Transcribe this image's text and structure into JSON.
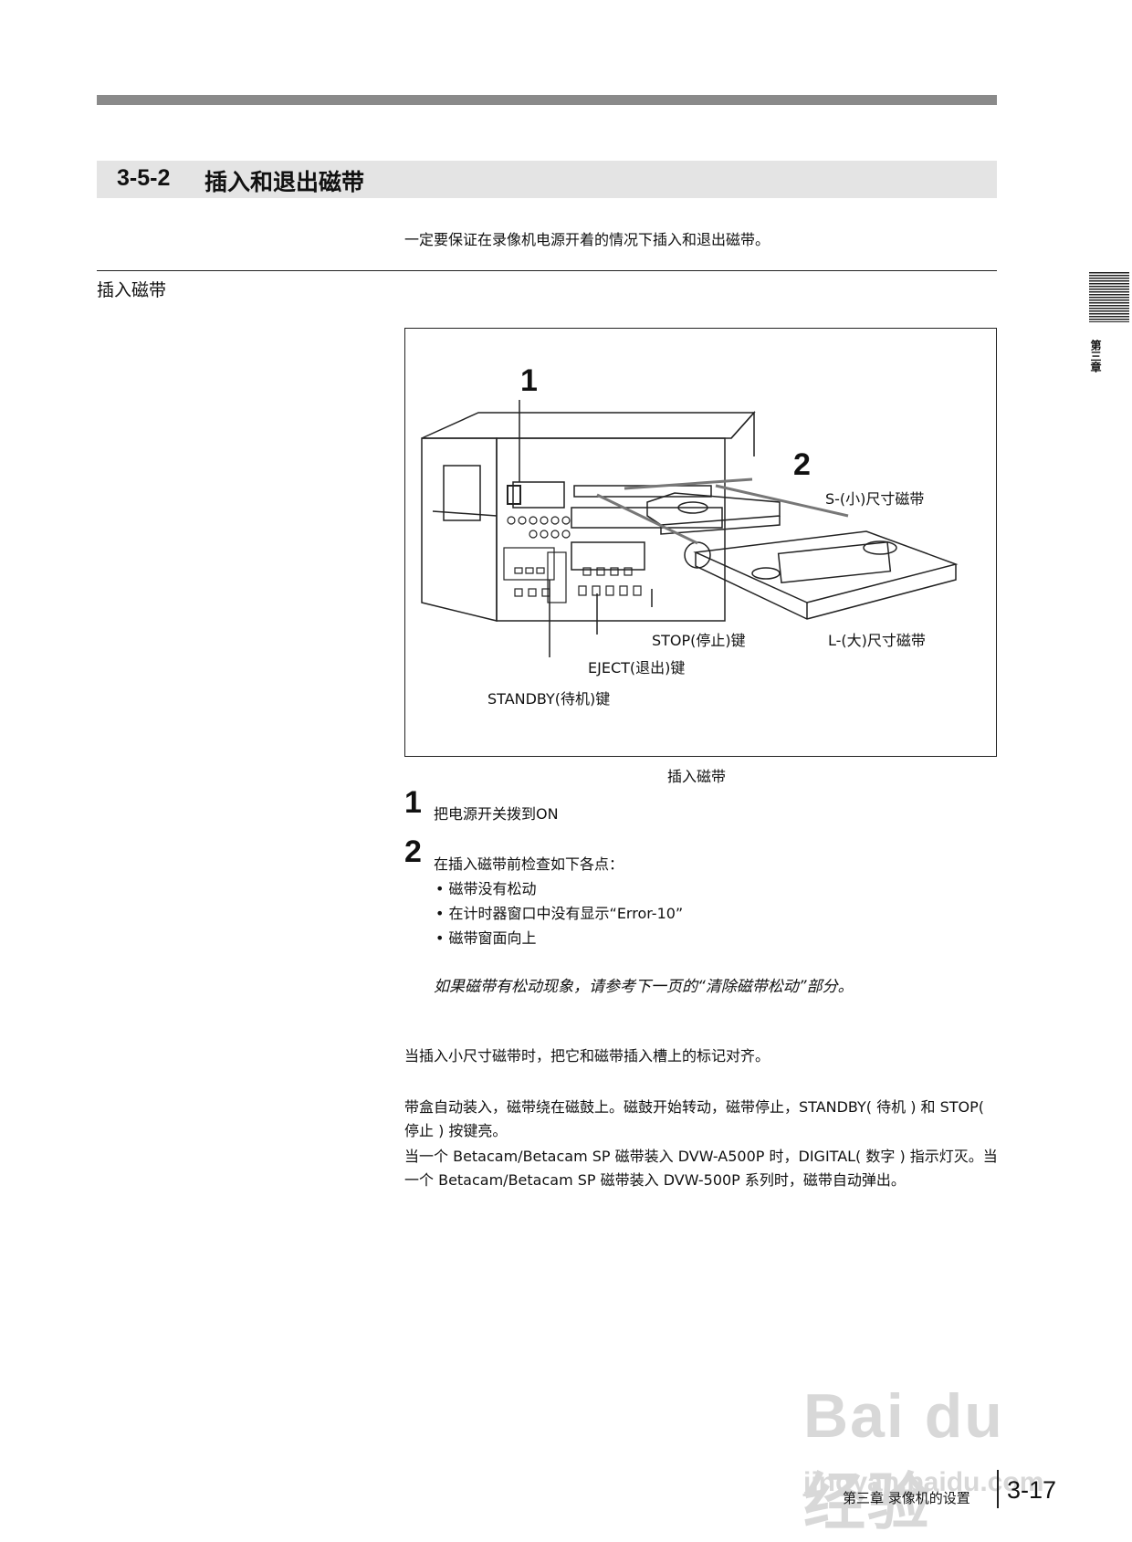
{
  "section": {
    "number": "3-5-2",
    "title": "插入和退出磁带"
  },
  "intro": "一定要保证在录像机电源开着的情况下插入和退出磁带。",
  "subheading": "插入磁带",
  "side_tab": {
    "label": "第三章"
  },
  "figure": {
    "callout_1": "1",
    "callout_2": "2",
    "label_s_tape": "S-(小)尺寸磁带",
    "label_l_tape": "L-(大)尺寸磁带",
    "label_stop": "STOP(停止)键",
    "label_eject": "EJECT(退出)键",
    "label_standby": "STANDBY(待机)键",
    "caption": "插入磁带"
  },
  "steps": [
    {
      "num": "1",
      "text": "把电源开关拨到ON"
    },
    {
      "num": "2",
      "text": "在插入磁带前检查如下各点："
    }
  ],
  "checklist": [
    "• 磁带没有松动",
    "• 在计时器窗口中没有显示“Error-10”",
    "• 磁带窗面向上"
  ],
  "note": "如果磁带有松动现象，请参考下一页的“清除磁带松动”部分。",
  "paragraphs": {
    "p1": "当插入小尺寸磁带时，把它和磁带插入槽上的标记对齐。",
    "p2": "带盒自动装入，磁带绕在磁鼓上。磁鼓开始转动，磁带停止，STANDBY( 待机 ) 和 STOP( 停止 ) 按键亮。",
    "p3": "当一个 Betacam/Betacam SP 磁带装入 DVW-A500P 时，DIGITAL( 数字 ) 指示灯灭。当一个 Betacam/Betacam SP 磁带装入 DVW-500P 系列时，磁带自动弹出。"
  },
  "watermark": {
    "main": "Bai du 经验",
    "sub": "jingyan.baidu.com"
  },
  "footer": {
    "chapter": "第三章  录像机的设置",
    "page": "3-17"
  }
}
